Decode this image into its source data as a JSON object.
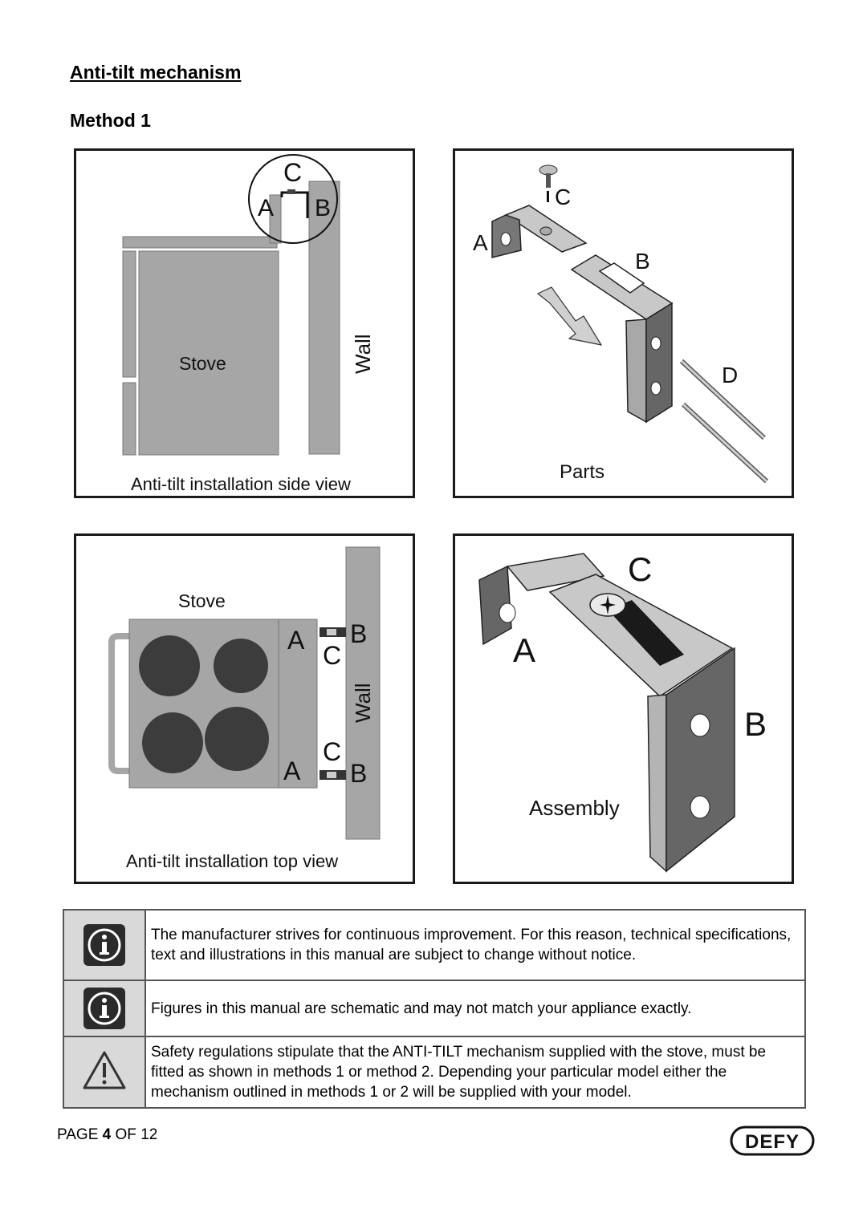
{
  "title": "Anti-tilt mechanism",
  "subtitle": "Method 1",
  "panels": {
    "side_view": {
      "caption": "Anti-tilt installation side view",
      "label_stove": "Stove",
      "label_wall": "Wall",
      "callout_a": "A",
      "callout_b": "B",
      "callout_c": "C"
    },
    "parts": {
      "caption": "Parts",
      "label_a": "A",
      "label_b": "B",
      "label_c": "C",
      "label_d": "D"
    },
    "top_view": {
      "caption": "Anti-tilt installation top view",
      "label_stove": "Stove",
      "label_wall": "Wall",
      "label_a1": "A",
      "label_b1": "B",
      "label_c1": "C",
      "label_a2": "A",
      "label_b2": "B",
      "label_c2": "C"
    },
    "assembly": {
      "caption": "Assembly",
      "label_a": "A",
      "label_b": "B",
      "label_c": "C"
    }
  },
  "notes": [
    {
      "icon": "info-icon",
      "text": "The manufacturer  strives for continuous improvement. For this reason, technical specifications, text and illustrations in this manual are subject to change without notice."
    },
    {
      "icon": "info-icon",
      "text": "Figures in this manual are schematic and may not match your appliance exactly."
    },
    {
      "icon": "warning-icon",
      "text": "Safety regulations stipulate that the ANTI-TILT mechanism supplied with the stove, must be fitted as shown in methods 1 or method 2. Depending your particular model either  the mechanism outlined in methods 1 or 2 will be supplied with your model."
    }
  ],
  "footer": {
    "page_prefix": "PAGE ",
    "page_number": "4",
    "page_of": " OF 12",
    "logo_text": "DEFY"
  },
  "colors": {
    "panel_grey": "#a6a6a6",
    "dark_grey": "#4a4a4a",
    "metal_light": "#c8c8c8",
    "metal_dark": "#666666"
  }
}
